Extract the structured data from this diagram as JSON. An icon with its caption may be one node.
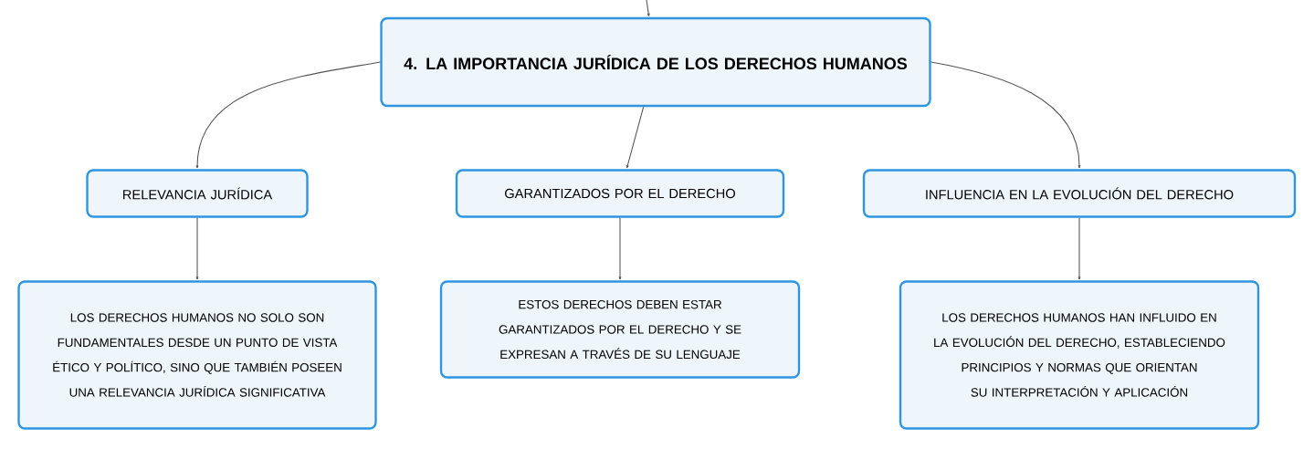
{
  "diagram": {
    "nodes": [
      {
        "text": [
          "4. LA IMPORTANCIA JURÍDICA DE LOS DERECHOS HUMANOS"
        ]
      },
      {
        "text": [
          "RELEVANCIA JURÍDICA"
        ]
      },
      {
        "text": [
          "GARANTIZADOS POR EL DERECHO"
        ]
      },
      {
        "text": [
          "INFLUENCIA EN LA EVOLUCIÓN DEL DERECHO"
        ]
      },
      {
        "text": [
          "LOS DERECHOS HUMANOS NO SOLO SON FUNDAMENTALES DESDE UN PUNTO DE VISTA ÉTICO Y POLÍTICO, SINO QUE TAMBIÉN POSEEN UNA RELEVANCIA JURÍDICA SIGNIFICATIVA"
        ]
      },
      {
        "text": [
          "ESTOS DERECHOS DEBEN ESTAR GARANTIZADOS POR EL DERECHO Y SE EXPRESAN A TRAVÉS DE SU LENGUAJE"
        ]
      },
      {
        "text": [
          "LOS DERECHOS HUMANOS HAN INFLUIDO EN LA EVOLUCIÓN DEL DERECHO, ESTABLECIENDO PRINCIPIOS Y NORMAS QUE ORIENTAN SU INTERPRETACIÓN Y APLICACIÓN"
        ]
      }
    ],
    "edges": [
      {
        "from": null,
        "to": 0,
        "arrow": "to"
      },
      {
        "from": 0,
        "to": 1,
        "arrow": "to"
      },
      {
        "from": 0,
        "to": 2,
        "arrow": "to"
      },
      {
        "from": 0,
        "to": 3,
        "arrow": "to"
      },
      {
        "from": 1,
        "to": 4,
        "arrow": "to"
      },
      {
        "from": 2,
        "to": 5,
        "arrow": "to"
      },
      {
        "from": 3,
        "to": 6,
        "arrow": "to"
      }
    ]
  }
}
